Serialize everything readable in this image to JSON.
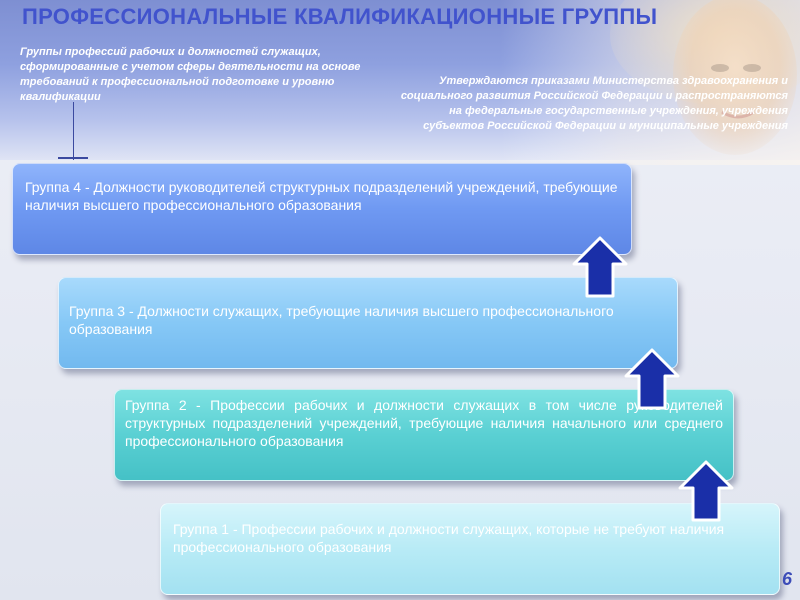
{
  "title": "ПРОФЕССИОНАЛЬНЫЕ КВАЛИФИКАЦИОННЫЕ ГРУППЫ",
  "left_note": "Группы профессий рабочих и должностей служащих, сформированные с учетом сферы деятельности на основе требований к профессиональной подготовке и уровню квалификации",
  "right_note": "Утверждаются приказами Министерства здравоохранения и социального развития Российской Федерации и распространяются на федеральные государственные учреждения, учреждения субъектов Российской Федерации и муниципальные учреждения",
  "groups": [
    {
      "text": "Группа 4  - Должности руководителей структурных подразделений учреждений, требующие наличия высшего профессионального образования"
    },
    {
      "text": "Группа 3  - Должности служащих, требующие наличия высшего профессионального образования"
    },
    {
      "text": "Группа 2  - Профессии рабочих и  должности служащих в том числе руководителей структурных подразделений учреждений, требующие наличия начального или среднего профессионального образования"
    },
    {
      "text": "Группа 1  - Профессии рабочих и  должности служащих, которые не требуют наличия профессионального образования"
    }
  ],
  "page_number": "6",
  "colors": {
    "title": "#4153cd",
    "arrow": "#1a2fa8",
    "box_4": "#6f99f2",
    "box_3": "#86c8f6",
    "box_2": "#5ad0d3",
    "box_1": "#b8ebf6"
  },
  "icons": [
    "up-arrow-icon"
  ]
}
